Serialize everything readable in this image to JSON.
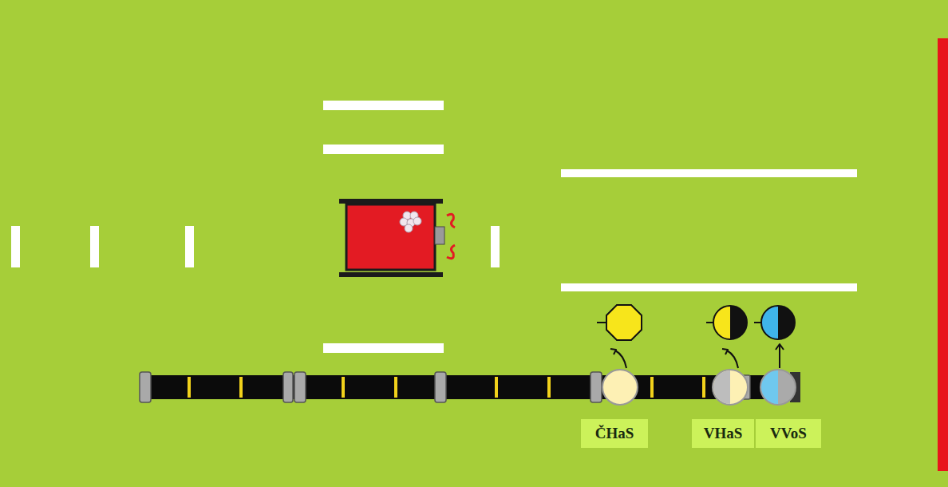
{
  "diagram": {
    "nodes": [
      {
        "text": [
          "ČHaS"
        ]
      },
      {
        "text": [
          "VHaS"
        ]
      },
      {
        "text": [
          "VVoS"
        ]
      }
    ]
  }
}
